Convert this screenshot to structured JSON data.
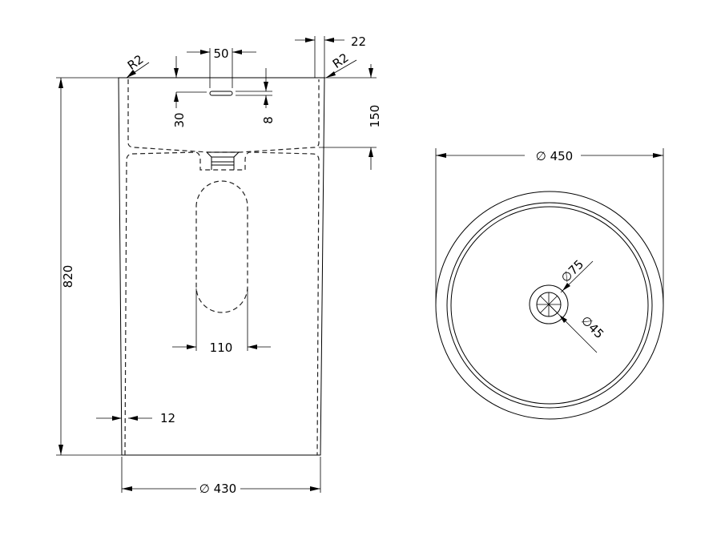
{
  "front_view": {
    "dims": {
      "height": "820",
      "base_diameter": "∅ 430",
      "wall": "12",
      "depth": "150",
      "rim_thickness": "22",
      "overflow_width": "50",
      "overflow_from_top": "30",
      "overflow_height": "8",
      "cutout_width": "110",
      "radius_left": "R2",
      "radius_right": "R2"
    }
  },
  "top_view": {
    "dims": {
      "outer_diameter": "∅ 450",
      "drain_outer": "∅75",
      "drain_inner": "∅45"
    }
  }
}
